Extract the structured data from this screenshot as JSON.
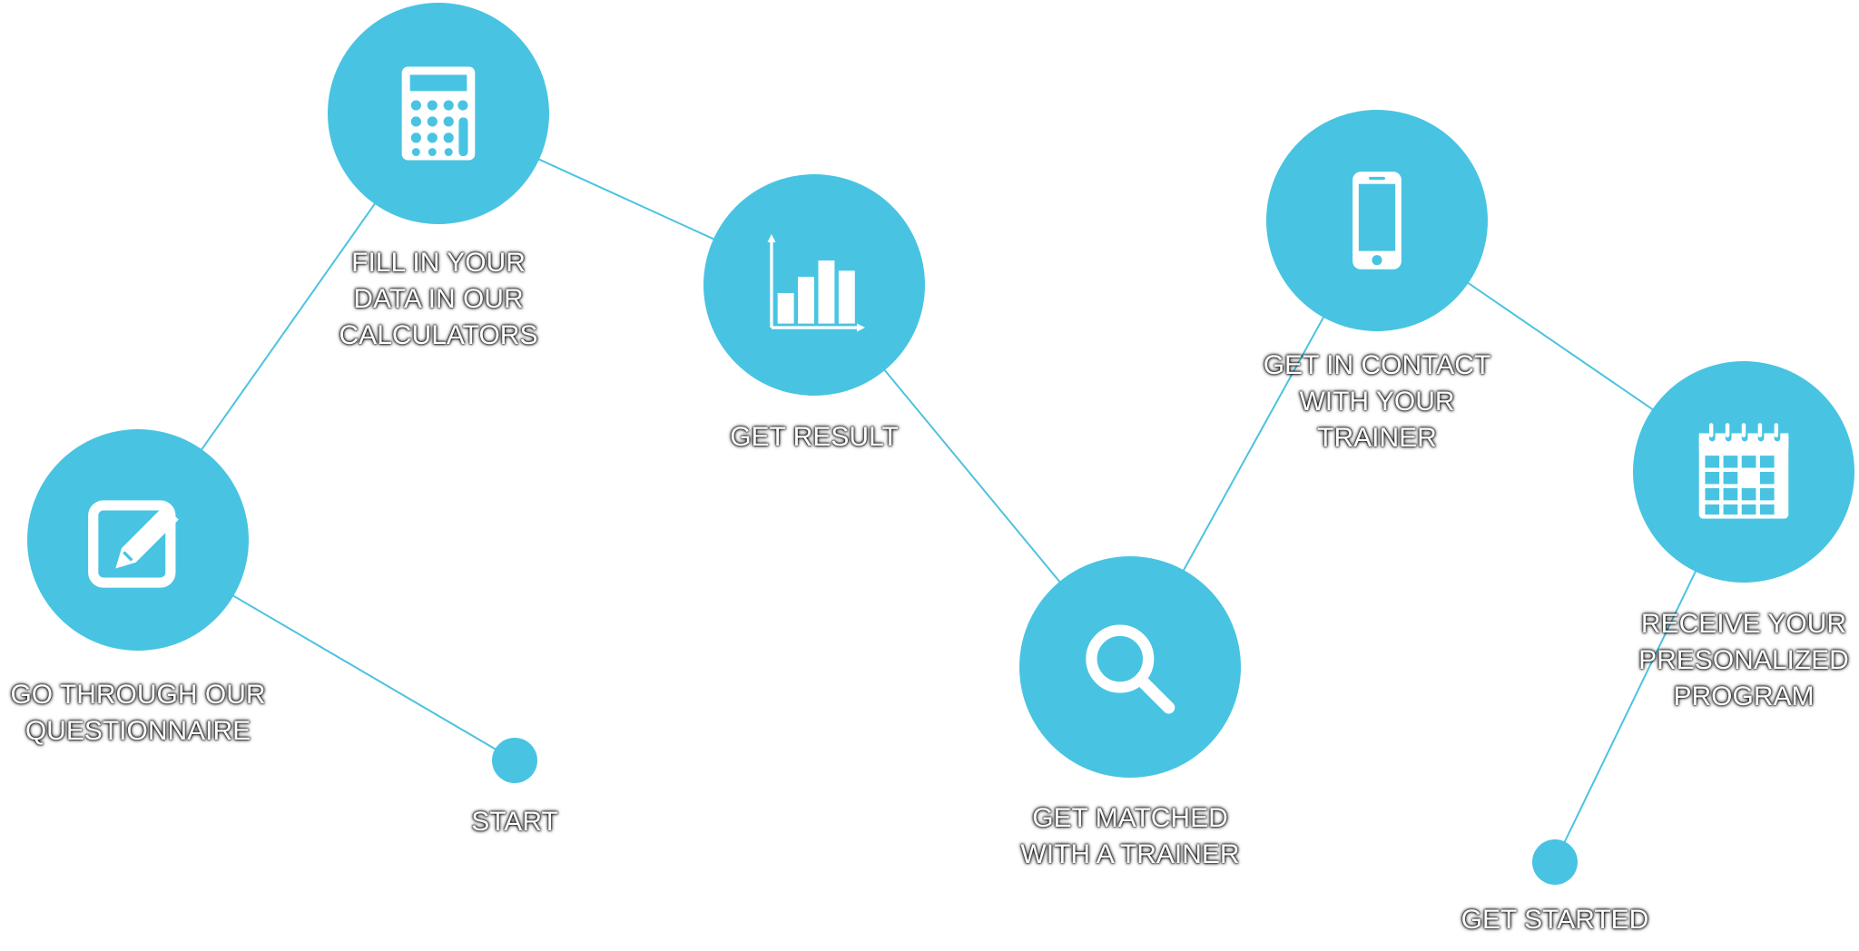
{
  "colors": {
    "accent": "#48c4e2",
    "line": "#4cc3e0",
    "icon": "#ffffff",
    "label_text": "#ffffff"
  },
  "steps": [
    {
      "id": "start",
      "icon": "dot",
      "label_lines": [
        "START"
      ]
    },
    {
      "id": "questionnaire",
      "icon": "edit-icon",
      "label_lines": [
        "GO THROUGH OUR",
        "QUESTIONNAIRE"
      ]
    },
    {
      "id": "calculators",
      "icon": "calculator-icon",
      "label_lines": [
        "FILL IN YOUR",
        "DATA IN OUR",
        "CALCULATORS"
      ]
    },
    {
      "id": "result",
      "icon": "bar-chart-icon",
      "label_lines": [
        "GET RESULT"
      ]
    },
    {
      "id": "matched",
      "icon": "search-icon",
      "label_lines": [
        "GET MATCHED",
        "WITH A TRAINER"
      ]
    },
    {
      "id": "contact",
      "icon": "phone-icon",
      "label_lines": [
        "GET IN CONTACT",
        "WITH YOUR",
        "TRAINER"
      ]
    },
    {
      "id": "program",
      "icon": "calendar-icon",
      "label_lines": [
        "RECEIVE YOUR",
        "PRESONALIZED",
        "PROGRAM"
      ]
    },
    {
      "id": "get-started",
      "icon": "dot",
      "label_lines": [
        "GET STARTED"
      ]
    }
  ]
}
